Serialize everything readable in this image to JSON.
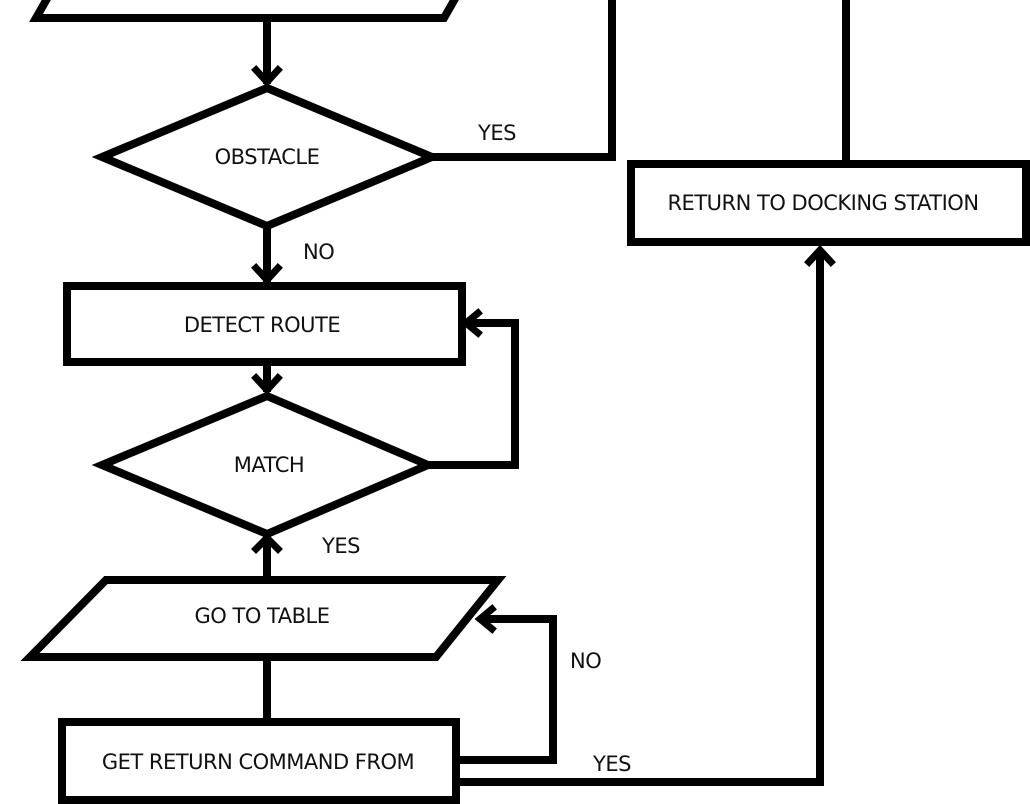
{
  "diagram": {
    "nodes": {
      "input_top": "",
      "obstacle": "OBSTACLE",
      "return_dock": "RETURN TO DOCKING STATION",
      "detect_route": "DETECT ROUTE",
      "match": "MATCH",
      "go_to_table": "GO TO TABLE",
      "get_return": "GET RETURN COMMAND FROM"
    },
    "edges": {
      "obstacle_yes": "YES",
      "obstacle_no": "NO",
      "match_yes": "YES",
      "get_return_no": "NO",
      "get_return_yes": "YES"
    }
  },
  "colors": {
    "stroke": "#000000",
    "background": "#ffffff"
  }
}
